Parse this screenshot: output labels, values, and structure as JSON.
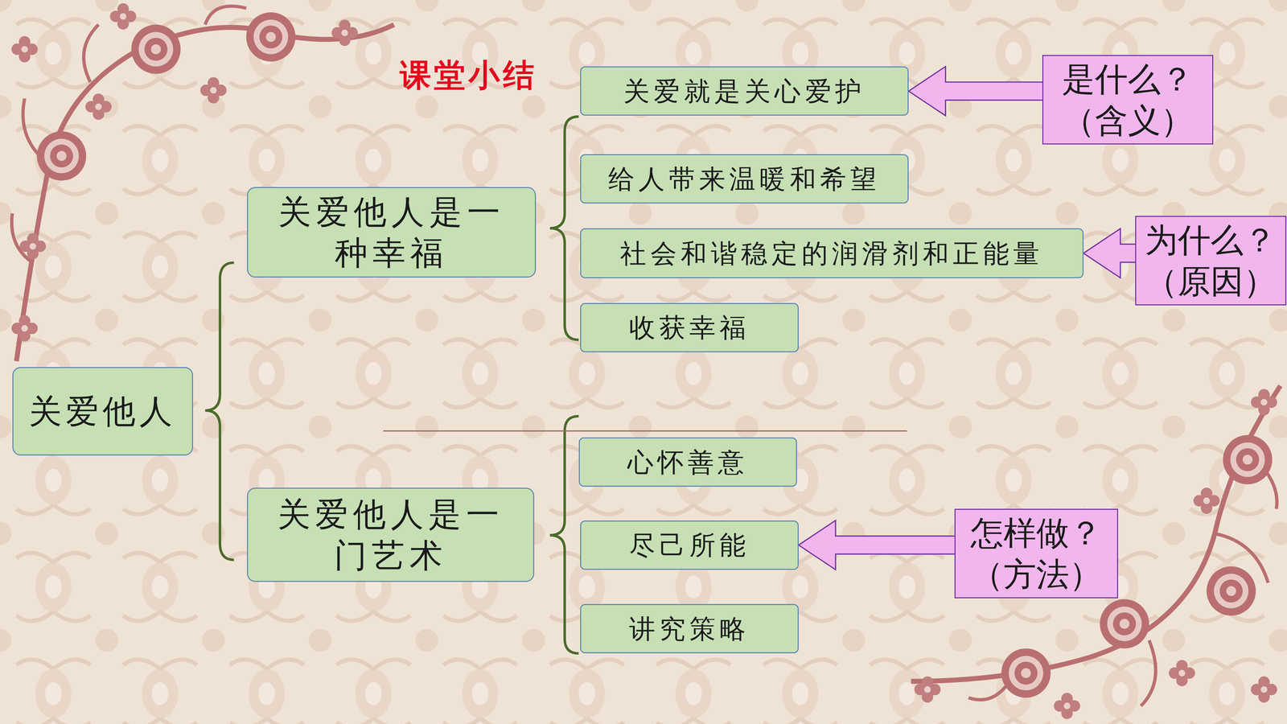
{
  "diagram": {
    "title": "课堂小结",
    "nodes": [
      {
        "text": [
          "关爱他人"
        ]
      },
      {
        "text": [
          "关爱他人是一种幸福"
        ]
      },
      {
        "text": [
          "关爱他人是一门艺术"
        ]
      },
      {
        "text": [
          "关爱就是关心爱护"
        ]
      },
      {
        "text": [
          "给人带来温暖和希望"
        ]
      },
      {
        "text": [
          "社会和谐稳定的润滑剂和正能量"
        ]
      },
      {
        "text": [
          "收获幸福"
        ]
      },
      {
        "text": [
          "心怀善意"
        ]
      },
      {
        "text": [
          "尽己所能"
        ]
      },
      {
        "text": [
          "讲究策略"
        ]
      },
      {
        "text": [
          "是什么？",
          "（含义）"
        ]
      },
      {
        "text": [
          "为什么？",
          "（原因）"
        ]
      },
      {
        "text": [
          "怎样做？",
          "（方法）"
        ]
      }
    ],
    "edges": [
      {
        "from": 10,
        "to": 3,
        "arrow": "to"
      },
      {
        "from": 11,
        "to": 5,
        "arrow": "to"
      },
      {
        "from": 12,
        "to": 8,
        "arrow": "to"
      }
    ]
  }
}
